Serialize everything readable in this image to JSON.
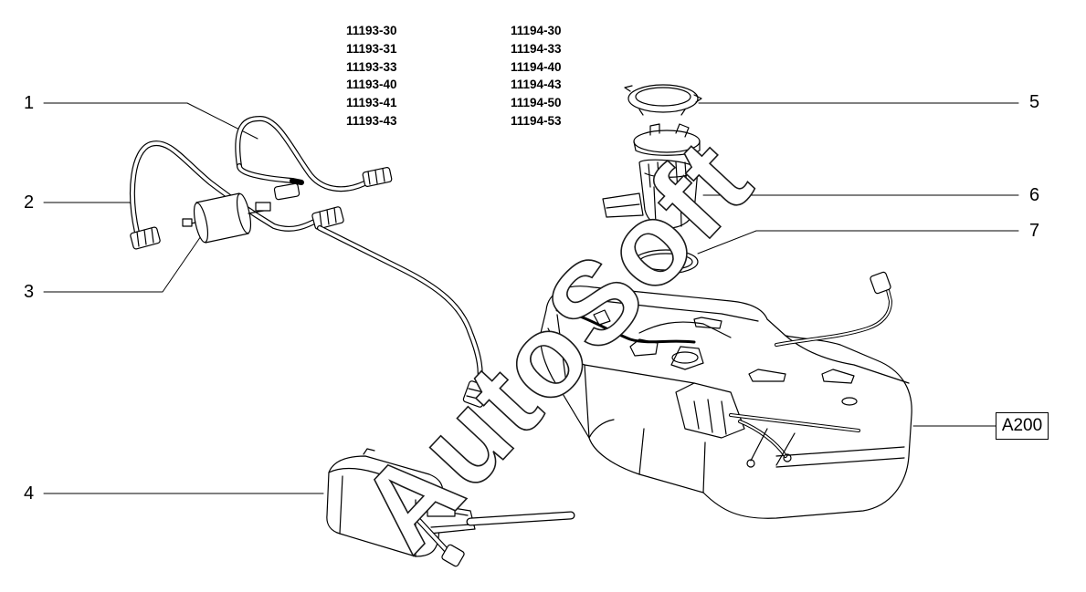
{
  "codes_left": [
    "11193-30",
    "11193-31",
    "11193-33",
    "11193-40",
    "11193-41",
    "11193-43"
  ],
  "codes_right": [
    "11194-30",
    "11194-33",
    "11194-40",
    "11194-43",
    "11194-50",
    "11194-53"
  ],
  "callouts": [
    "1",
    "2",
    "3",
    "4",
    "5",
    "6",
    "7"
  ],
  "reference_box": "A200",
  "watermark": "AutoSoft",
  "colors": {
    "line": "#000000",
    "background": "#ffffff"
  }
}
